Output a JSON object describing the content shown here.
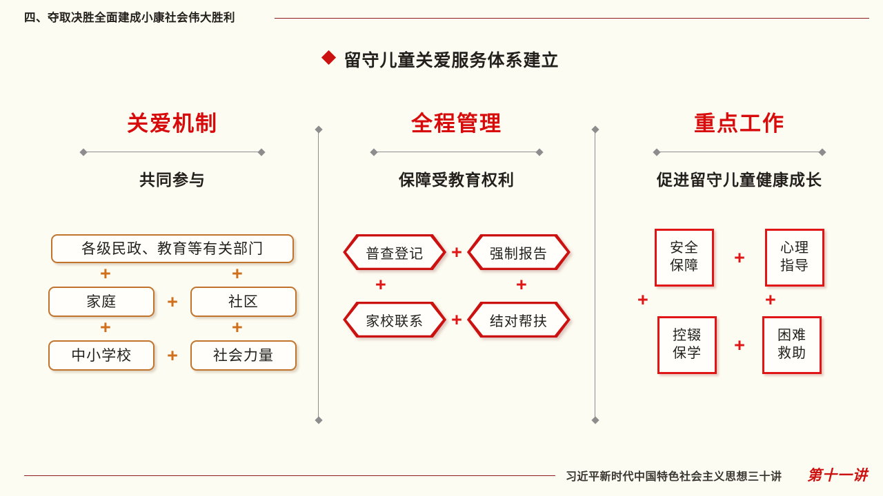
{
  "header": {
    "section_title": "四、夺取决胜全面建成小康社会伟大胜利"
  },
  "slide": {
    "title": "留守儿童关爱服务体系建立",
    "bullet_icon": "diamond-bullet-icon"
  },
  "columns": [
    {
      "heading": "关爱机制",
      "subtitle": "共同参与",
      "shape": "rounded-rect",
      "accent_color": "#c1732c",
      "items": [
        {
          "label": "各级民政、教育等有关部门",
          "width": "full"
        },
        {
          "label": "家庭",
          "width": "half"
        },
        {
          "label": "社区",
          "width": "half"
        },
        {
          "label": "中小学校",
          "width": "half"
        },
        {
          "label": "社会力量",
          "width": "half"
        }
      ],
      "connector": "+"
    },
    {
      "heading": "全程管理",
      "subtitle": "保障受教育权利",
      "shape": "hexagon",
      "accent_color": "#cc1111",
      "items": [
        {
          "label": "普查登记"
        },
        {
          "label": "强制报告"
        },
        {
          "label": "家校联系"
        },
        {
          "label": "结对帮扶"
        }
      ],
      "connector": "+"
    },
    {
      "heading": "重点工作",
      "subtitle": "促进留守儿童健康成长",
      "shape": "square",
      "accent_color": "#e01616",
      "items": [
        {
          "line1": "安全",
          "line2": "保障"
        },
        {
          "line1": "心理",
          "line2": "指导"
        },
        {
          "line1": "控辍",
          "line2": "保学"
        },
        {
          "line1": "困难",
          "line2": "救助"
        }
      ],
      "connector": "+"
    }
  ],
  "footer": {
    "series_title": "习近平新时代中国特色社会主义思想三十讲",
    "lecture": "第十一讲"
  },
  "theme": {
    "background": "#fdfcf2",
    "rule_red": "#8b1a1a",
    "heading_red": "#d70b0b",
    "orange": "#c1732c",
    "divider_gray": "#8d8d8d",
    "text_dark": "#231f1c"
  }
}
